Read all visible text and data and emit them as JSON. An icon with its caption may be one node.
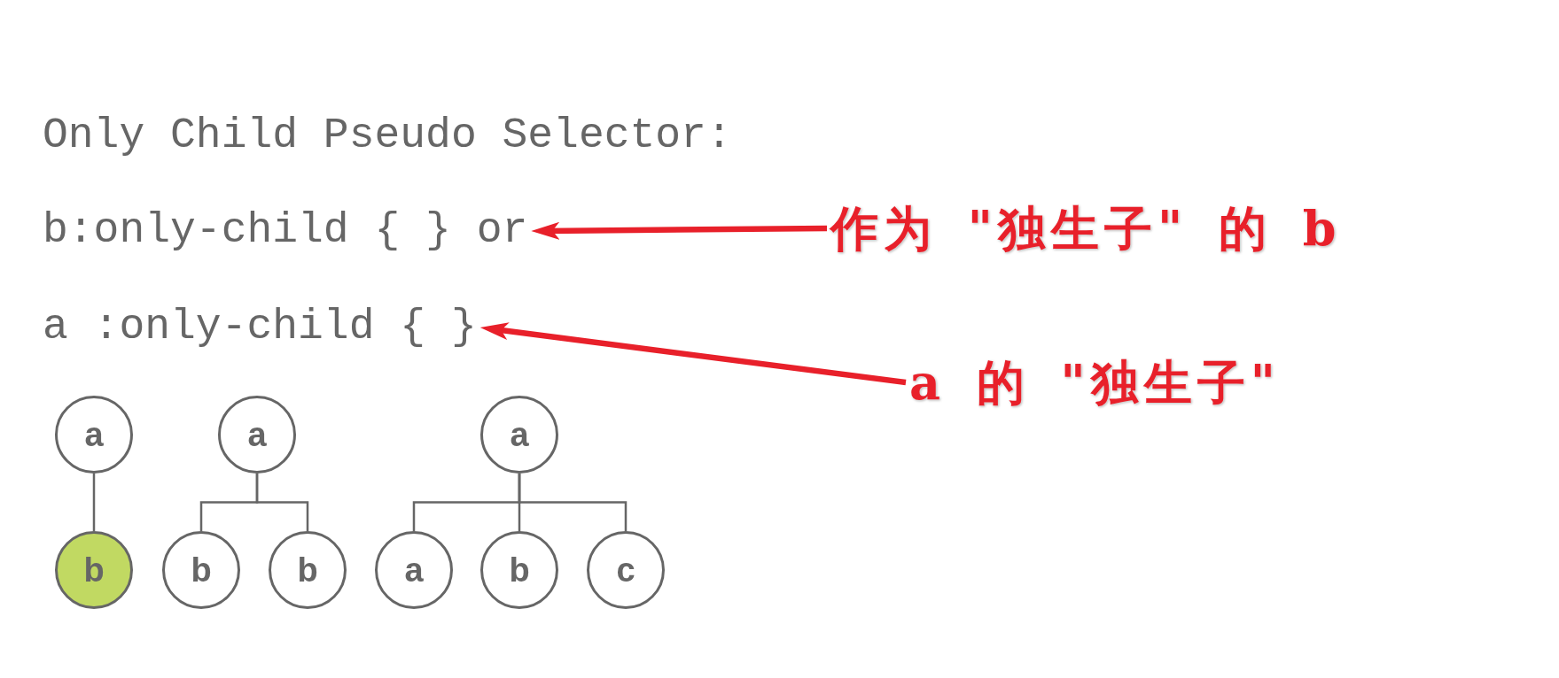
{
  "diagram": {
    "title": "Only Child Pseudo Selector:",
    "nodes": [
      {
        "text": [
          "b:only-child { } or"
        ]
      },
      {
        "text": [
          "作为 \"独生子\" 的 b"
        ]
      },
      {
        "text": [
          "a :only-child { }"
        ]
      },
      {
        "text": [
          "a 的 \"独生子\""
        ]
      },
      {
        "text": [
          "a"
        ]
      },
      {
        "text": [
          "a"
        ]
      },
      {
        "text": [
          "a"
        ]
      },
      {
        "text": [
          "b"
        ]
      },
      {
        "text": [
          "b"
        ]
      },
      {
        "text": [
          "b"
        ]
      },
      {
        "text": [
          "a"
        ]
      },
      {
        "text": [
          "b"
        ]
      },
      {
        "text": [
          "c"
        ]
      }
    ],
    "edges": [
      {
        "from": 1,
        "to": 0,
        "arrow": "to",
        "style": "thick",
        "color": "#e8202a"
      },
      {
        "from": 3,
        "to": 2,
        "arrow": "to",
        "style": "thick",
        "color": "#e8202a"
      },
      {
        "from": 4,
        "to": 7,
        "arrow": "none"
      },
      {
        "from": 5,
        "to": 8,
        "arrow": "none"
      },
      {
        "from": 5,
        "to": 9,
        "arrow": "none"
      },
      {
        "from": 6,
        "to": 10,
        "arrow": "none"
      },
      {
        "from": 6,
        "to": 11,
        "arrow": "none"
      },
      {
        "from": 6,
        "to": 12,
        "arrow": "none"
      }
    ]
  }
}
